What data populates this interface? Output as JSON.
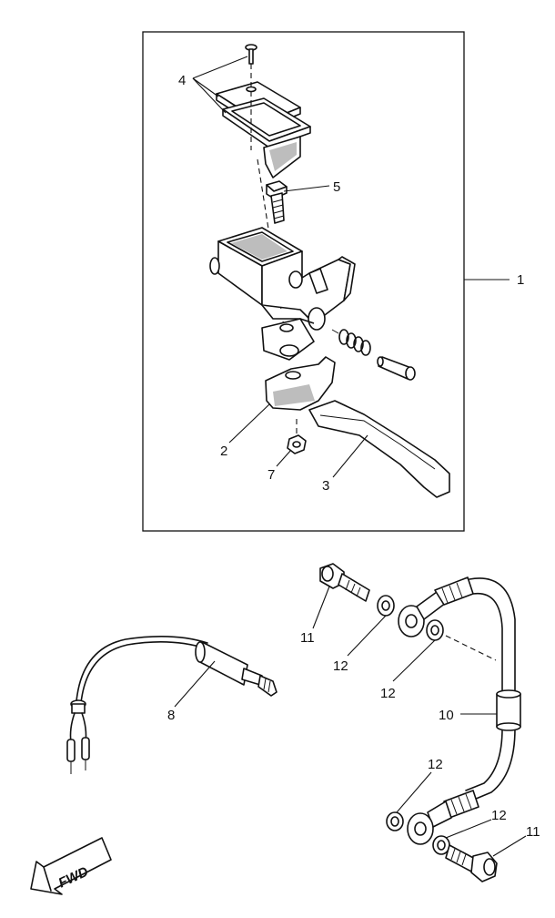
{
  "callouts": {
    "c1": "1",
    "c2": "2",
    "c3": "3",
    "c4": "4",
    "c5": "5",
    "c7": "7",
    "c8": "8",
    "c10": "10",
    "c11a": "11",
    "c11b": "11",
    "c12a": "12",
    "c12b": "12",
    "c12c": "12",
    "c12d": "12"
  },
  "fwd_label": "FWD",
  "colors": {
    "line": "#111111",
    "shade": "#bdbdbd",
    "background": "#ffffff"
  }
}
